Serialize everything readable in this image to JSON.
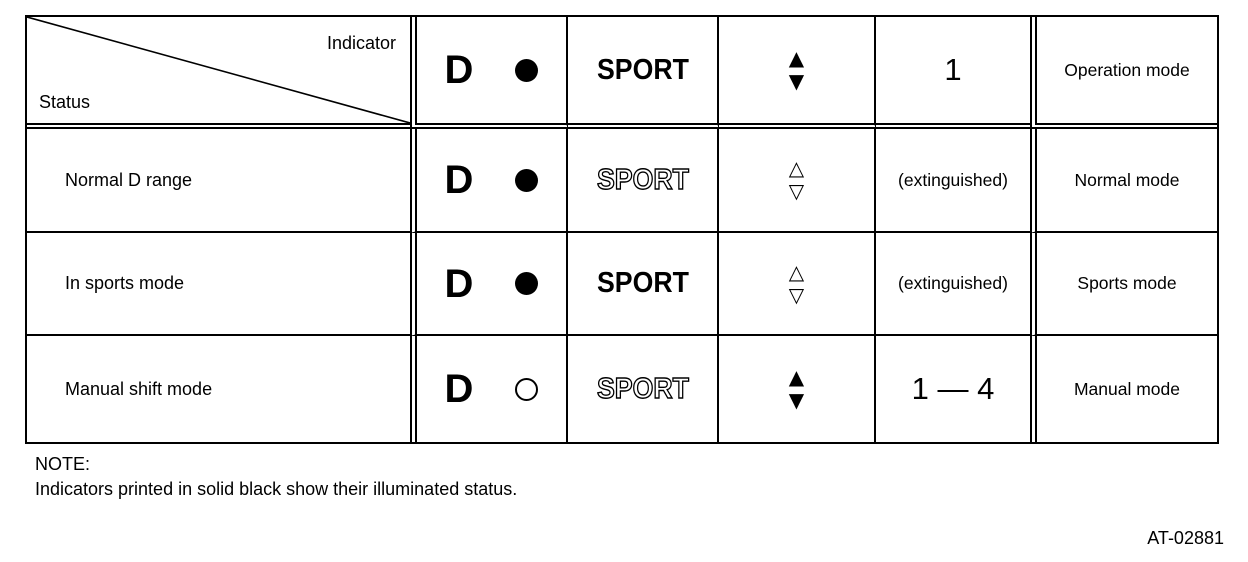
{
  "page": {
    "background": "#ffffff",
    "ink": "#000000"
  },
  "table": {
    "corner": {
      "top_right_label": "Indicator",
      "bottom_left_label": "Status"
    },
    "header": {
      "d_letter": "D",
      "d_dot_state": "illuminated",
      "sport_label": "SPORT",
      "sport_state": "illuminated",
      "arrow_up": "▲",
      "arrow_down": "▼",
      "gear_label": "1",
      "operation_label": "Operation mode"
    },
    "rows": [
      {
        "status": "Normal D range",
        "d_letter": "D",
        "d_dot_state": "illuminated",
        "sport_label": "SPORT",
        "sport_state": "extinguished",
        "arrow_up": "△",
        "arrow_down": "▽",
        "gear_label": "(extinguished)",
        "mode": "Normal mode"
      },
      {
        "status": "In sports mode",
        "d_letter": "D",
        "d_dot_state": "illuminated",
        "sport_label": "SPORT",
        "sport_state": "illuminated",
        "arrow_up": "△",
        "arrow_down": "▽",
        "gear_label": "(extinguished)",
        "mode": "Sports mode"
      },
      {
        "status": "Manual shift mode",
        "d_letter": "D",
        "d_dot_state": "extinguished",
        "sport_label": "SPORT",
        "sport_state": "extinguished",
        "arrow_up": "▲",
        "arrow_down": "▼",
        "gear_label": "1 — 4",
        "mode": "Manual mode"
      }
    ]
  },
  "note": {
    "label": "NOTE:",
    "text": "Indicators printed in solid black show their illuminated status."
  },
  "figure_id": "AT-02881"
}
